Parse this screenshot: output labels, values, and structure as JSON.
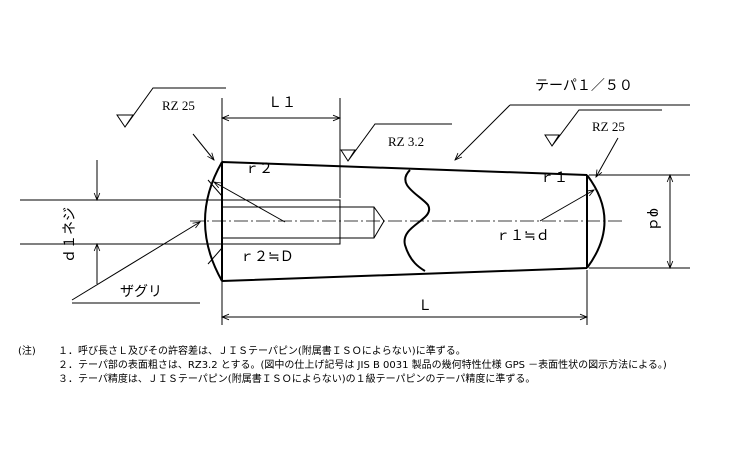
{
  "drawing": {
    "taper_label": "テーパ１／５０",
    "L1_label": "Ｌ１",
    "L_label": "Ｌ",
    "phi_d_label": "φｄ",
    "d1_label": "ｄ１ネジ",
    "zaguri_label": "ザグリ",
    "r2_label": "ｒ２",
    "r2_approx_label": "ｒ２≒Ｄ",
    "r1_label": "ｒ１",
    "r1_approx_label": "ｒ１≒ｄ",
    "rz_left": "RZ 25",
    "rz_middle": "RZ 3.2",
    "rz_right": "RZ 25"
  },
  "notes": {
    "heading": "(注)",
    "items": [
      "１．呼び長さＬ及びその許容差は、ＪＩＳテーパピン(附属書ＩＳＯによらない)に準ずる。",
      "２．テーパ部の表面粗さは、RZ3.2 とする。(図中の仕上げ記号は JIS B 0031 製品の幾何特性仕様 GPS －表面性状の図示方法による。)",
      "３．テーパ精度は、ＪＩＳテーパピン(附属書ＩＳＯによらない)の１級テーパピンのテーパ精度に準ずる。"
    ]
  }
}
